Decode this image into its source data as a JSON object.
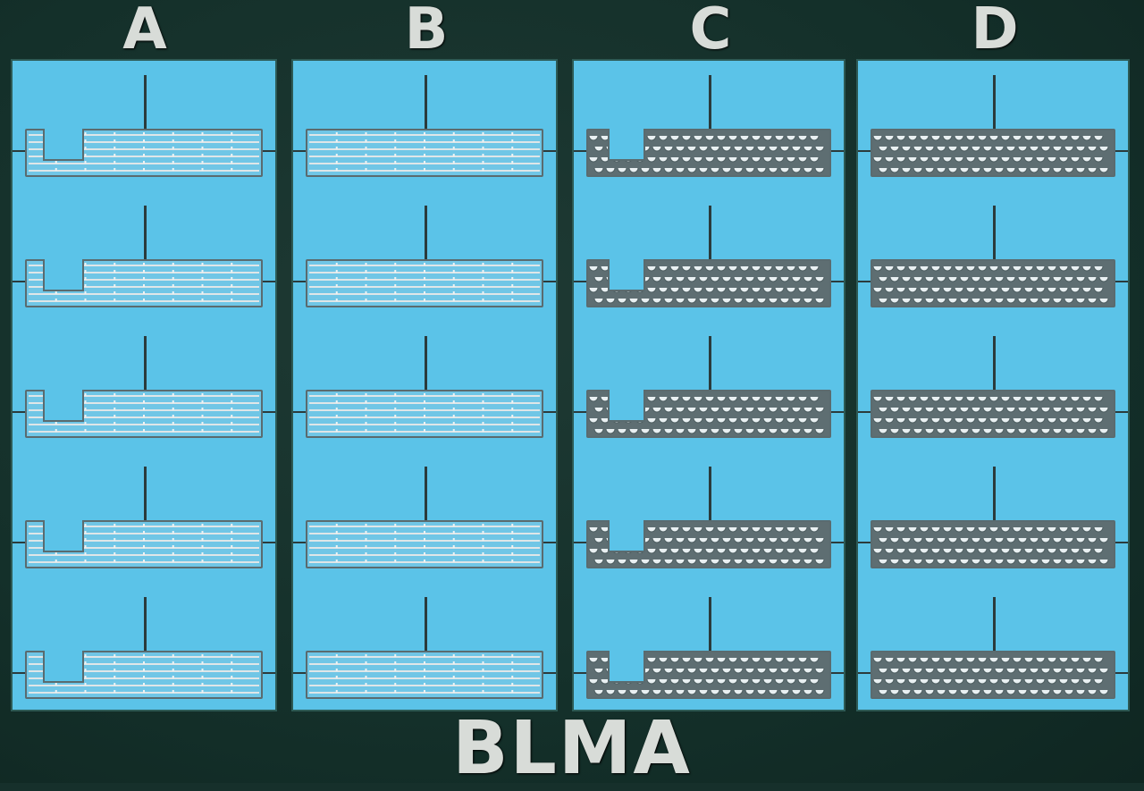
{
  "photo": {
    "subject": "Photo-etched grille parts fret",
    "brand_label": "BLMA",
    "columns": [
      {
        "label": "A",
        "style": "horizontal-bars-notched",
        "parts": 5
      },
      {
        "label": "B",
        "style": "horizontal-bars",
        "parts": 5
      },
      {
        "label": "C",
        "style": "scalloped-mesh-notched",
        "parts": 5
      },
      {
        "label": "D",
        "style": "scalloped-mesh",
        "parts": 5
      }
    ],
    "colors": {
      "fret_background": "#16302b",
      "panel_blue": "#5bc3e8",
      "lettering": "#d8dcd8"
    }
  }
}
